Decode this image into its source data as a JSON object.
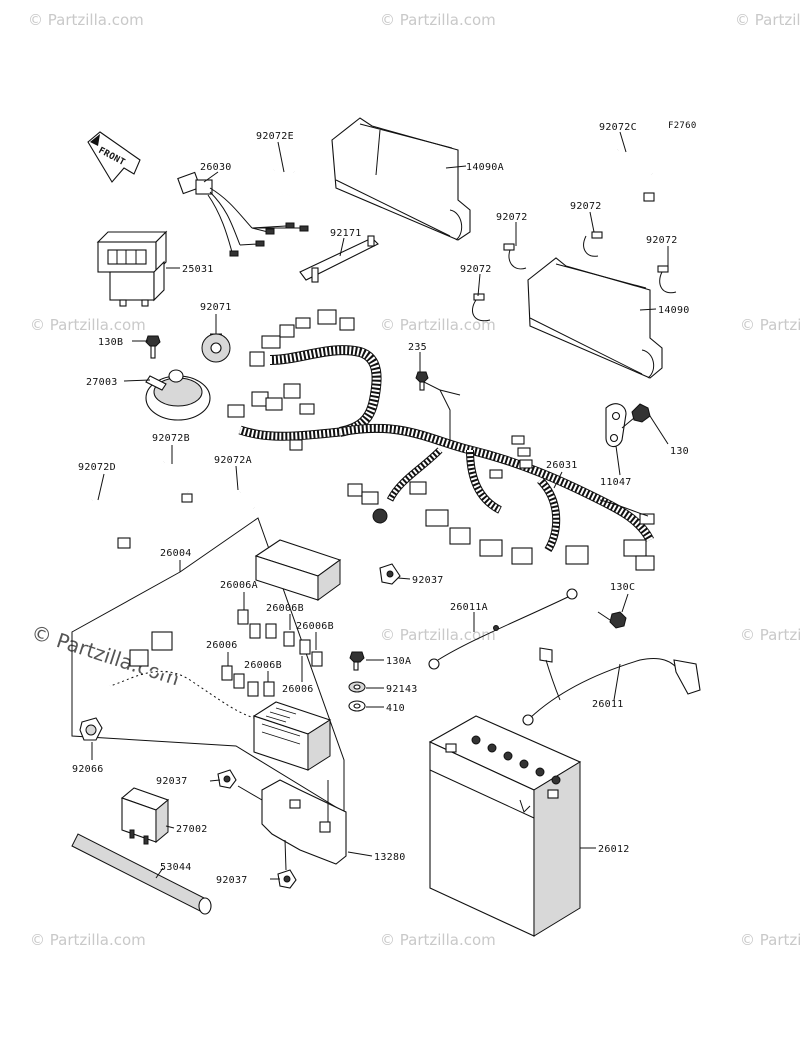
{
  "diagram_code": "F2760",
  "front_arrow_label": "FRONT",
  "watermark": "© Partzilla.com",
  "labels": {
    "p92072E": "92072E",
    "p92072C": "92072C",
    "p26030": "26030",
    "p14090A": "14090A",
    "p92072_1": "92072",
    "p92072_2": "92072",
    "p92072_3": "92072",
    "p92072_4": "92072",
    "p92171": "92171",
    "p25031": "25031",
    "p14090": "14090",
    "p92071": "92071",
    "p130B": "130B",
    "p235": "235",
    "p27003": "27003",
    "p130": "130",
    "p11047": "11047",
    "p92072B": "92072B",
    "p92072A": "92072A",
    "p92072D": "92072D",
    "p26031": "26031",
    "p26004": "26004",
    "p26006A": "26006A",
    "p92037_1": "92037",
    "p130C": "130C",
    "p26006B_1": "26006B",
    "p26006B_2": "26006B",
    "p26006B_3": "26006B",
    "p26011A": "26011A",
    "p26006_1": "26006",
    "p26006_2": "26006",
    "p130A": "130A",
    "p92143": "92143",
    "p410": "410",
    "p26011": "26011",
    "p92066": "92066",
    "p92037_2": "92037",
    "p27002": "27002",
    "p53044": "53044",
    "p13280": "13280",
    "p26012": "26012",
    "p92037_3": "92037"
  }
}
